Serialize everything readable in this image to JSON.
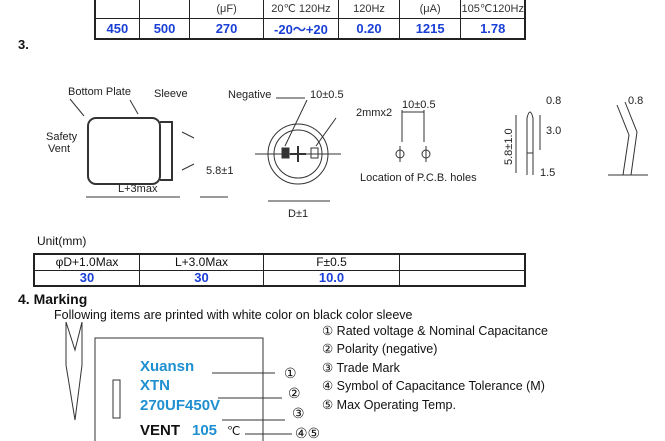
{
  "spec_table": {
    "headers": [
      "",
      "",
      "(μF)",
      "20℃ 120Hz",
      "120Hz",
      "(μA)",
      "105℃120Hz"
    ],
    "values": [
      "450",
      "500",
      "270",
      "-20～+20",
      "0.20",
      "1215",
      "1.78"
    ]
  },
  "section3": {
    "number": "3.",
    "labels": {
      "bottom_plate": "Bottom Plate",
      "sleeve": "Sleeve",
      "safety": "Safety",
      "vent": "Vent",
      "l3max": "L+3max",
      "lead": "5.8±1",
      "negative": "Negative",
      "pitch": "10±0.5",
      "d1": "D±1",
      "holes": "2mmx2",
      "pitch2": "10±0.5",
      "pcb": "Location of P.C.B. holes",
      "w08": "0.8",
      "h30": "3.0",
      "h58": "5.8±1.0",
      "w15": "1.5",
      "w08b": "0.8"
    },
    "unit": "Unit(mm)",
    "dim_table": {
      "headers": [
        "φD+1.0Max",
        "L+3.0Max",
        "F±0.5",
        ""
      ],
      "values": [
        "30",
        "30",
        "10.0",
        ""
      ]
    }
  },
  "section4": {
    "title": "4. Marking",
    "subtitle": "Following items are printed with white color on black color sleeve",
    "marks": [
      "Xuansn",
      "XTN",
      "270UF450V"
    ],
    "vent": "VENT",
    "temp": "105",
    "deg": "℃",
    "callouts": [
      "①",
      "②",
      "③",
      "④⑤"
    ],
    "legend": [
      "① Rated voltage & Nominal Capacitance",
      "② Polarity (negative)",
      "③ Trade Mark",
      "④ Symbol of Capacitance Tolerance  (M)",
      "⑤ Max Operating Temp."
    ]
  }
}
